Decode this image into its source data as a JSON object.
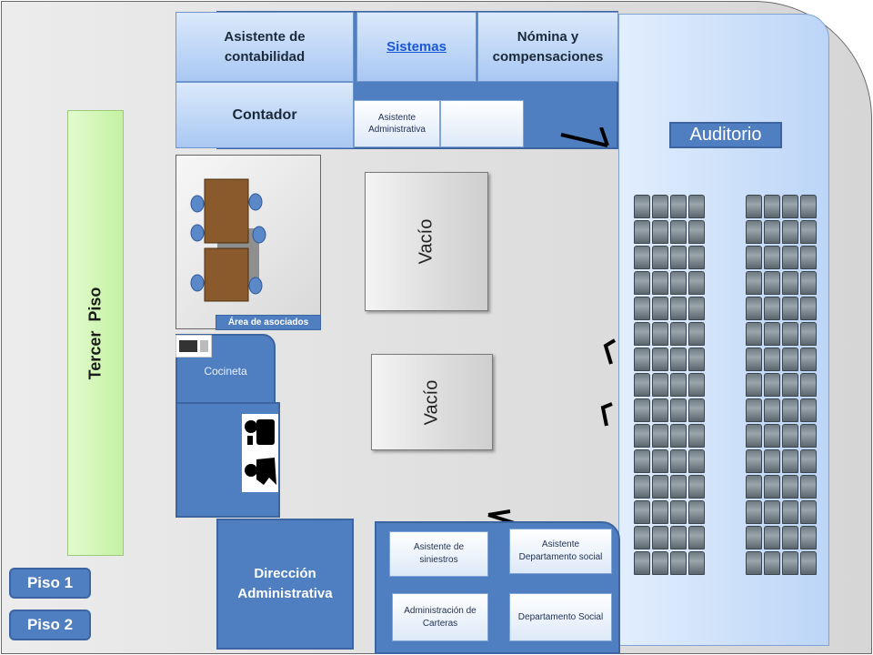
{
  "rooms": {
    "asistente_contabilidad": "Asistente de contabilidad",
    "sistemas": "Sistemas",
    "nomina": "Nómina y compensaciones",
    "contador": "Contador",
    "asistente_administrativa": "Asistente Administrativa",
    "auditorio": "Auditorio",
    "area_asociados": "Área de asociados",
    "cocineta": "Cocineta",
    "vacio_1": "Vacío",
    "vacio_2": "Vacío",
    "direccion_administrativa": "Dirección Administrativa",
    "asistente_siniestros": "Asistente de siniestros",
    "asistente_depto_social": "Asistente Departamento social",
    "administracion_carteras": "Administración de Carteras",
    "departamento_social": "Departamento Social"
  },
  "floor_label": "Tercer  Piso",
  "floor_buttons": [
    "Piso 1",
    "Piso 2"
  ],
  "colors": {
    "panel": "#4f7fc0",
    "panel_border": "#3b64a0",
    "auditorium": "#c7dcfa",
    "floor_bar": "#c8f5a8"
  },
  "icons": [
    "restroom-icon",
    "microwave-icon",
    "door-arc-icon",
    "chair-icon",
    "table-icon"
  ]
}
